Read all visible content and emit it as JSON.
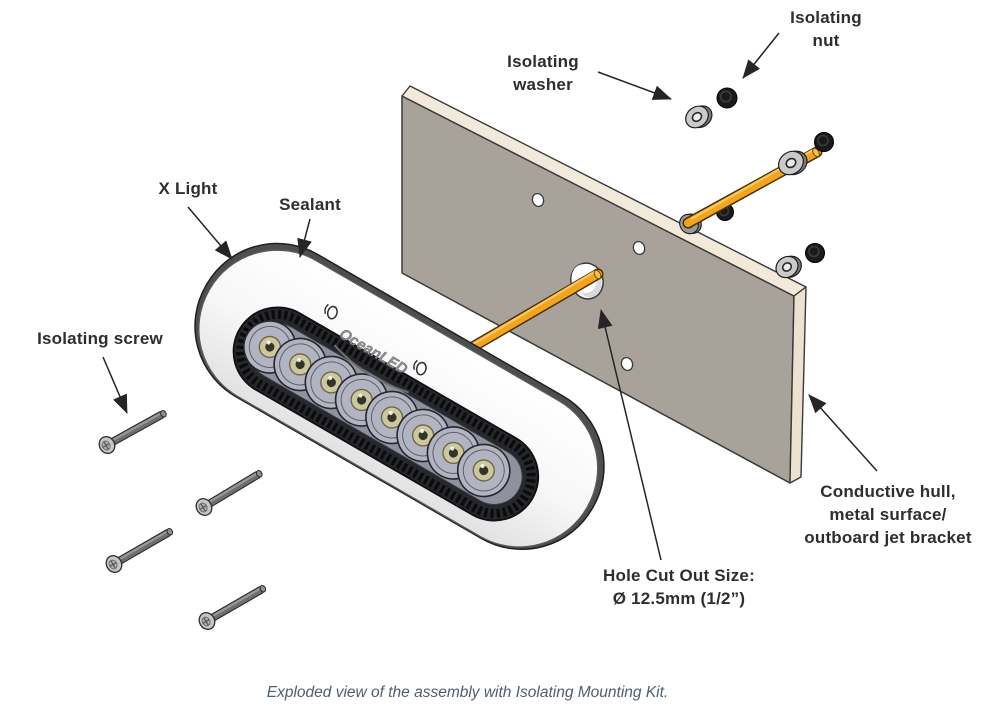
{
  "diagram": {
    "product_logo": "OceanLED",
    "labels": {
      "isolating_nut": {
        "line1": "Isolating",
        "line2": "nut"
      },
      "isolating_washer": {
        "line1": "Isolating",
        "line2": "washer"
      },
      "x_light": "X Light",
      "sealant": "Sealant",
      "isolating_screw": "Isolating screw",
      "hole_cutout": {
        "line1": "Hole Cut Out Size:",
        "line2": "Ø 12.5mm (1/2”)"
      },
      "conductive_hull": {
        "line1": "Conductive hull,",
        "line2": "metal surface/",
        "line3": "outboard jet bracket"
      }
    },
    "caption": "Exploded view of the assembly with Isolating Mounting Kit.",
    "colors": {
      "background": "#FFFFFF",
      "label_text": "#2E2E2E",
      "caption_text": "#4C5F70",
      "panel_face": "#A9A29A",
      "panel_edge_top": "#F3E9DA",
      "panel_edge_side": "#EDE1CF",
      "stud_orange": "#F2A41E",
      "bezel_white": "#FBFBFB",
      "hardware_black": "#1A1A1A",
      "washer_gray": "#CACACA"
    }
  }
}
